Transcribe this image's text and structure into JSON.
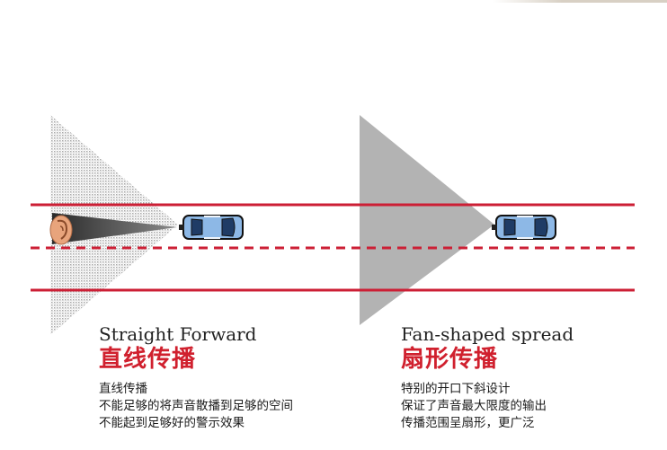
{
  "colors": {
    "road_line": "#cc1f35",
    "car_body": "#8db8e6",
    "cone_gray": "#b3b3b3",
    "title_red": "#d0202e"
  },
  "left": {
    "english_title": "Straight Forward",
    "chinese_title": "直线传播",
    "description": [
      "直线传播",
      "不能足够的将声音散播到足够的空间",
      "不能起到足够好的警示效果"
    ],
    "icons": [
      "ear-icon",
      "car-icon"
    ]
  },
  "right": {
    "english_title": "Fan-shaped spread",
    "chinese_title": "扇形传播",
    "description": [
      "特别的开口下斜设计",
      "保证了声音最大限度的输出",
      "传播范围呈扇形，更广泛"
    ],
    "icons": [
      "car-icon"
    ]
  }
}
